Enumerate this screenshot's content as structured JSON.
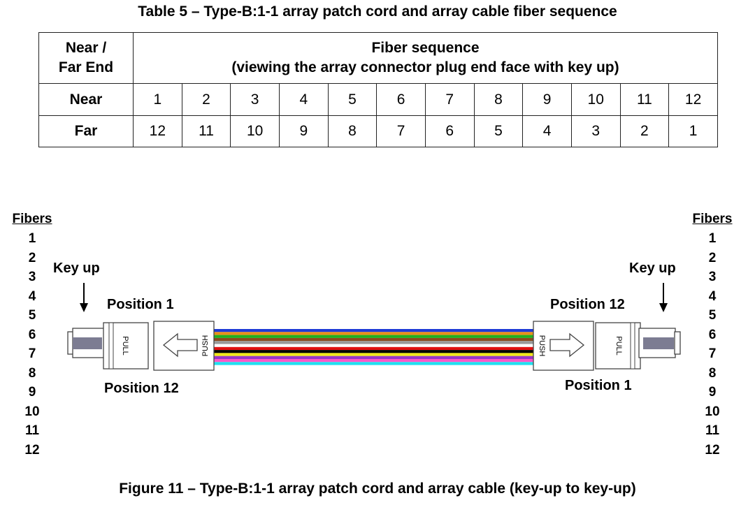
{
  "table": {
    "title": "Table 5 – Type-B:1-1 array patch cord and array cable fiber sequence",
    "corner_header_line1": "Near /",
    "corner_header_line2": "Far End",
    "header_line1": "Fiber sequence",
    "header_line2": "(viewing the array connector plug end face with key up)",
    "rows": [
      {
        "label": "Near",
        "values": [
          "1",
          "2",
          "3",
          "4",
          "5",
          "6",
          "7",
          "8",
          "9",
          "10",
          "11",
          "12"
        ]
      },
      {
        "label": "Far",
        "values": [
          "12",
          "11",
          "10",
          "9",
          "8",
          "7",
          "6",
          "5",
          "4",
          "3",
          "2",
          "1"
        ]
      }
    ]
  },
  "figure": {
    "left_fibers_heading": "Fibers",
    "right_fibers_heading": "Fibers",
    "fiber_numbers": [
      "1",
      "2",
      "3",
      "4",
      "5",
      "6",
      "7",
      "8",
      "9",
      "10",
      "11",
      "12"
    ],
    "left_key_up": "Key up",
    "right_key_up": "Key up",
    "left_top_position": "Position 1",
    "left_bottom_position": "Position 12",
    "right_top_position": "Position 12",
    "right_bottom_position": "Position 1",
    "pull_label": "PULL",
    "push_label": "PUSH",
    "fiber_colors": [
      "#1f3bd6",
      "#e8901a",
      "#21b01f",
      "#8a4a1e",
      "#9a9a9a",
      "#ffffff",
      "#e01010",
      "#000000",
      "#f2e818",
      "#9a35c8",
      "#ff58c8",
      "#20e0f0"
    ],
    "caption": "Figure 11 – Type-B:1-1 array patch cord and array cable (key-up to key-up)"
  }
}
